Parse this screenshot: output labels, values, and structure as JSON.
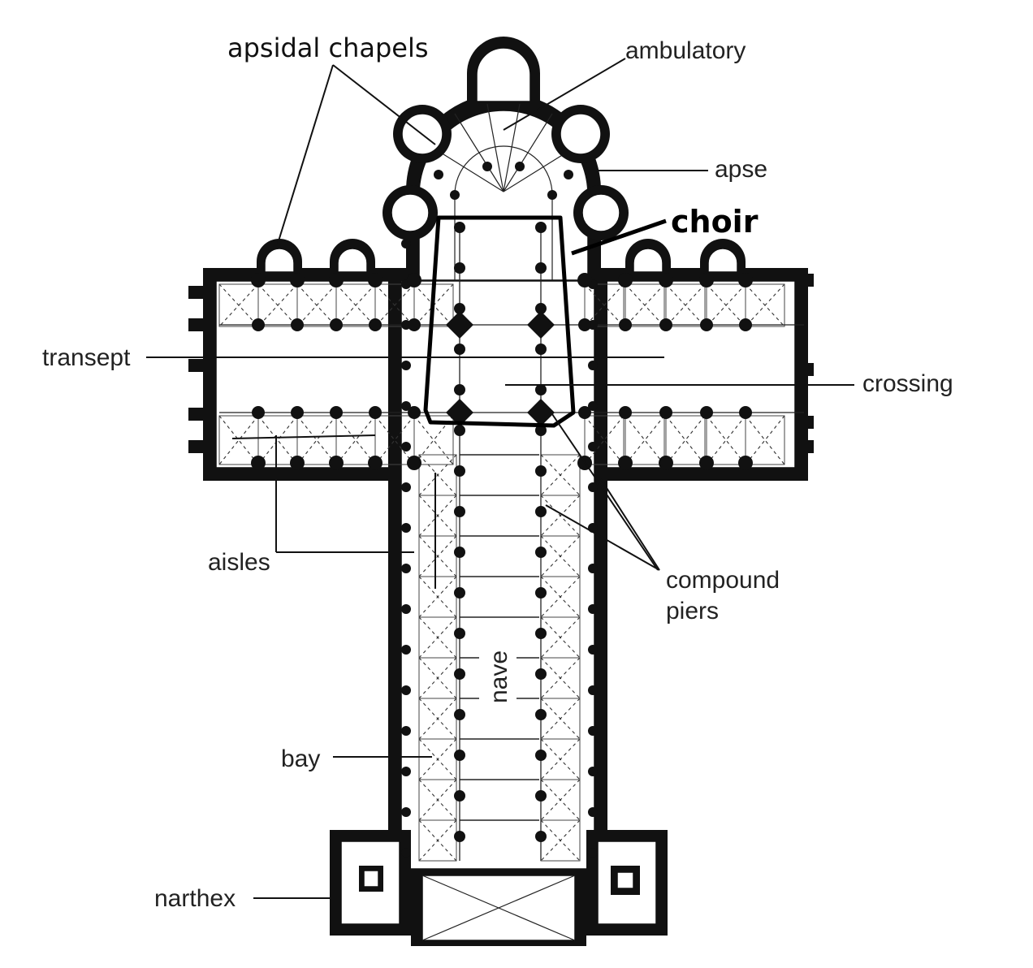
{
  "diagram": {
    "labels": {
      "apsidal_chapels": "apsidal chapels",
      "ambulatory": "ambulatory",
      "apse": "apse",
      "choir": "choir",
      "transept": "transept",
      "crossing": "crossing",
      "aisles": "aisles",
      "compound_piers_line1": "compound",
      "compound_piers_line2": "piers",
      "nave": "nave",
      "bay": "bay",
      "narthex": "narthex"
    },
    "colors": {
      "ink": "#111111",
      "paper": "#ffffff",
      "choir_outline": "#000000"
    }
  }
}
